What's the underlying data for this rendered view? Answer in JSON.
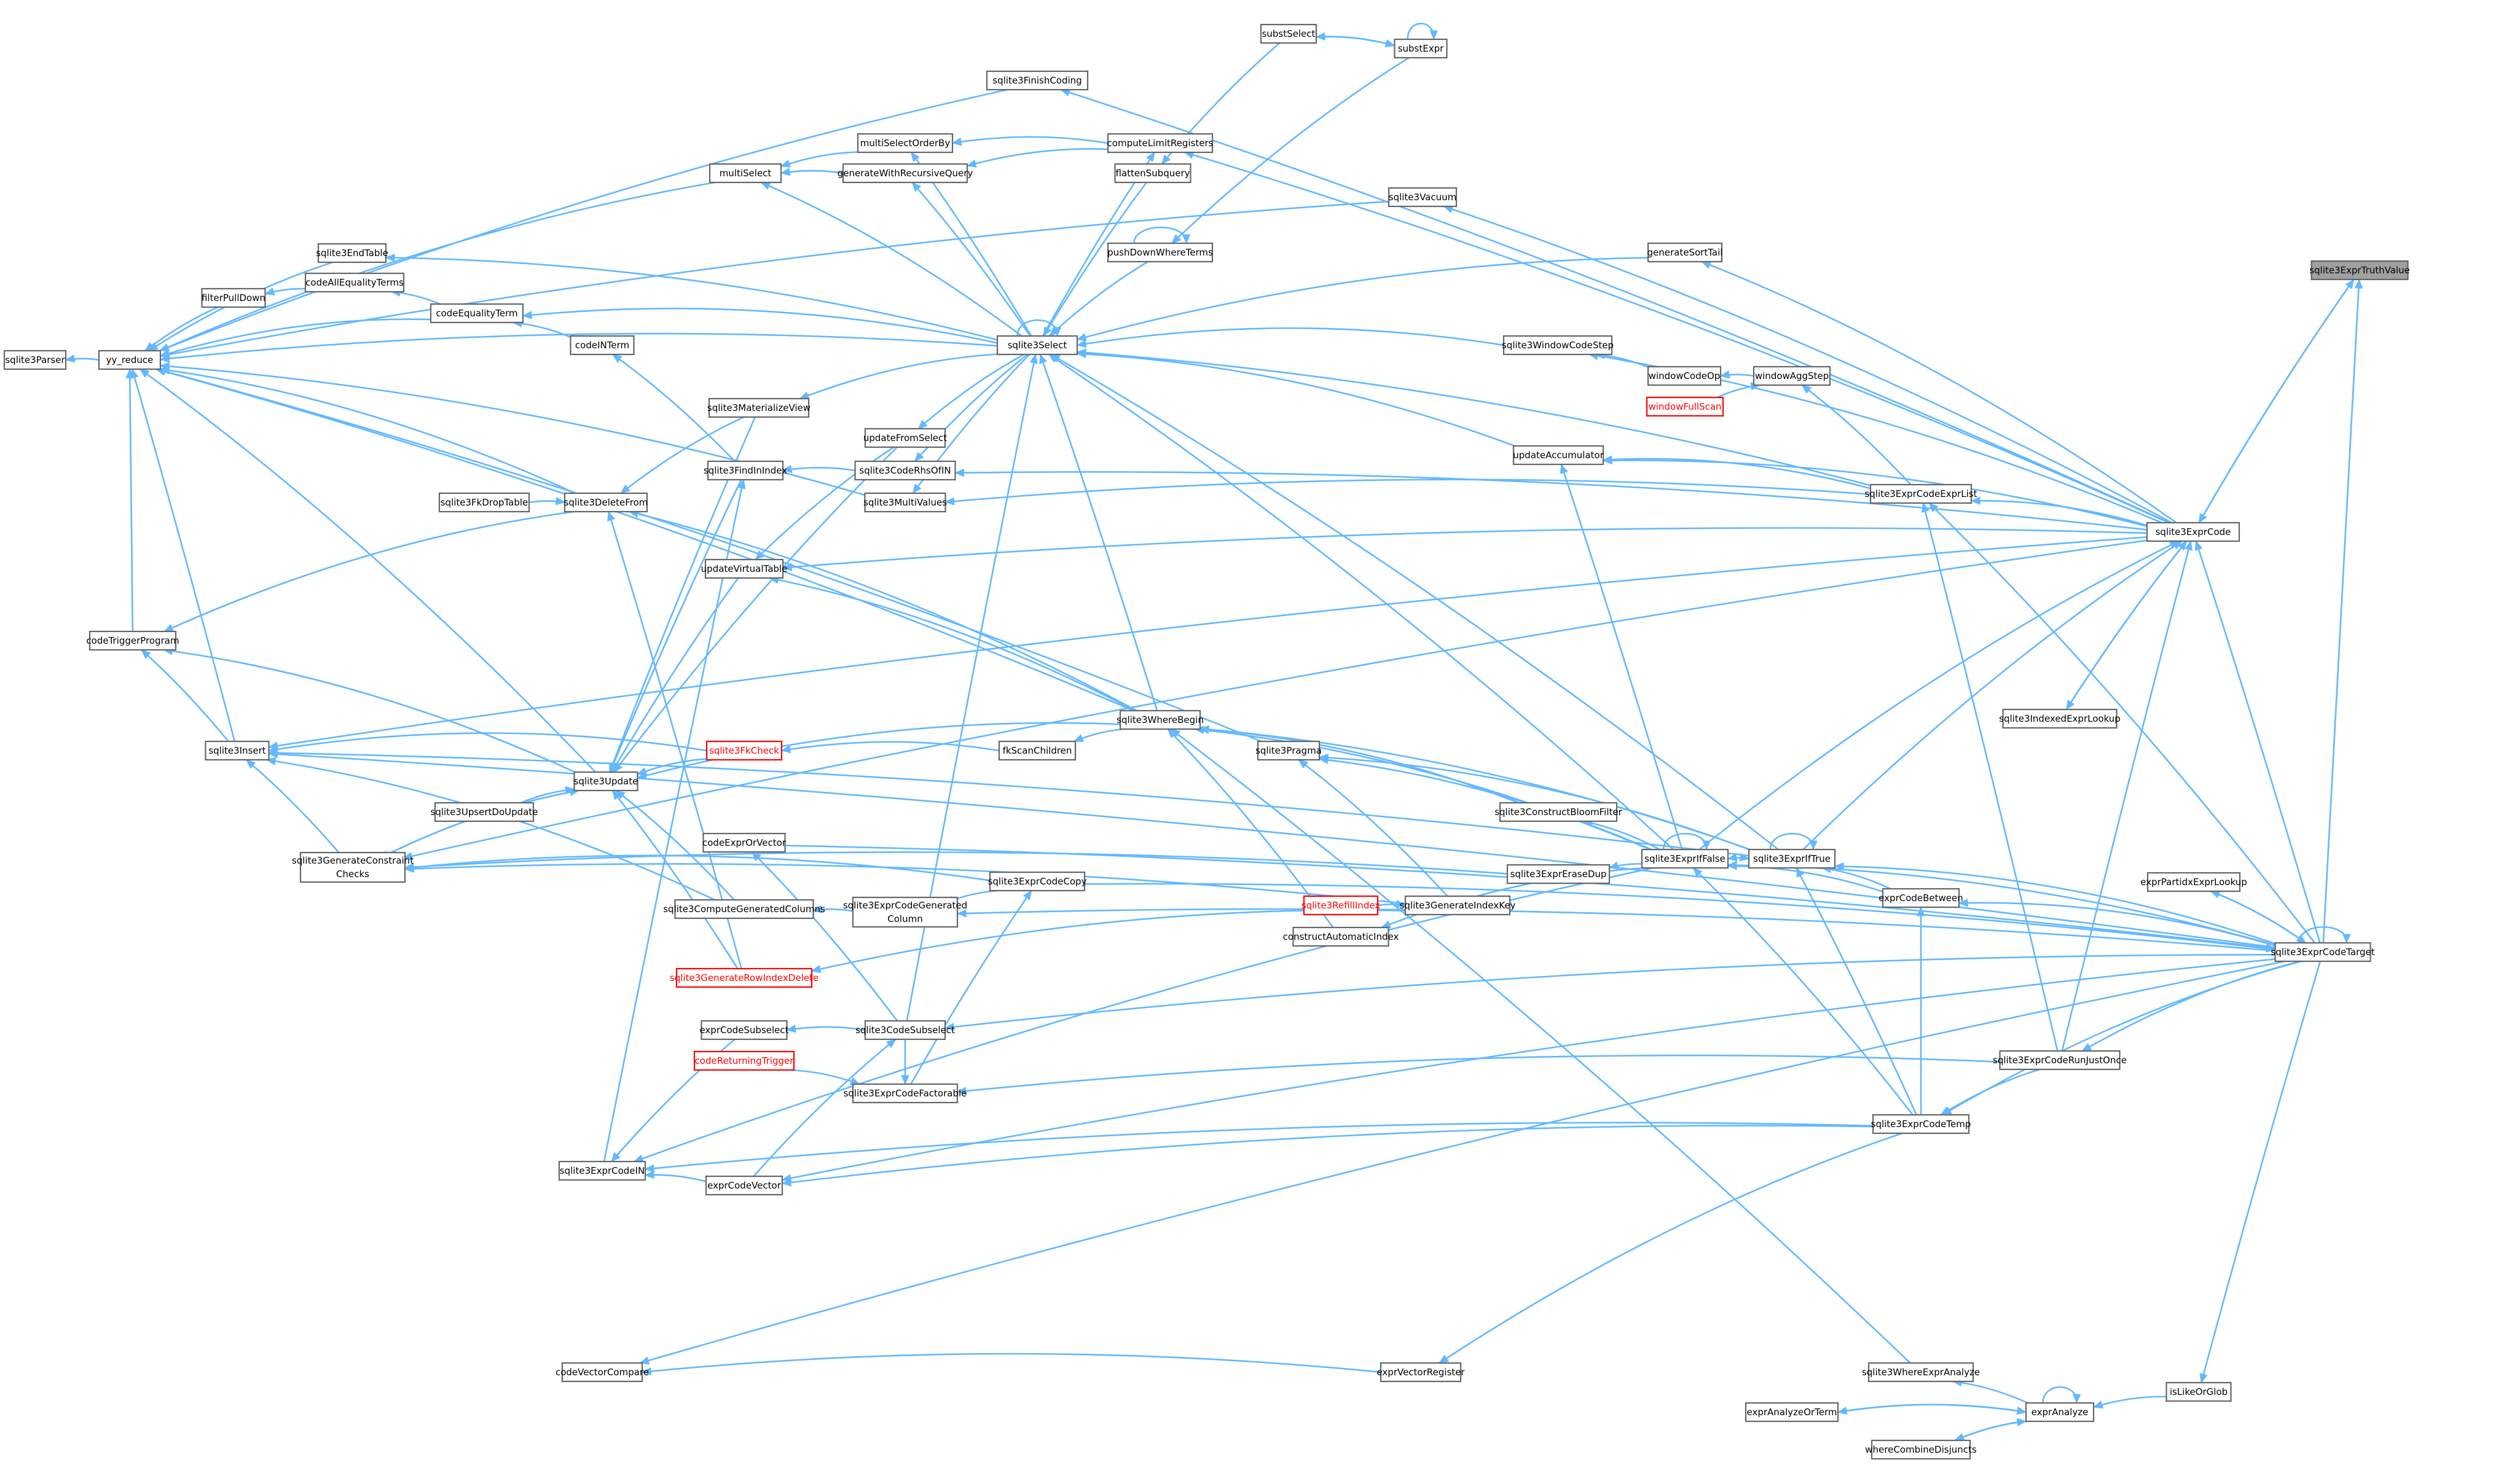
{
  "graph": {
    "title": "sqlite3ExprTruthValue call graph",
    "colors": {
      "edge": "#63b8ff",
      "node_border": "#666666",
      "highlight_fill": "#a0a0a0",
      "error_text": "#ff0000"
    },
    "nodes": [
      {
        "id": "n1",
        "label": "sqlite3ExprTruthValue",
        "style": "hl"
      },
      {
        "id": "n2",
        "label": "sqlite3Parser"
      },
      {
        "id": "n3",
        "label": "yy_reduce"
      },
      {
        "id": "n4",
        "label": "filterPullDown"
      },
      {
        "id": "n5",
        "label": "codeAllEqualityTerms"
      },
      {
        "id": "n6",
        "label": "sqlite3EndTable"
      },
      {
        "id": "n7",
        "label": "codeEqualityTerm"
      },
      {
        "id": "n8",
        "label": "sqlite3FinishCoding"
      },
      {
        "id": "n9",
        "label": "multiSelect"
      },
      {
        "id": "n10",
        "label": "multiSelectOrderBy"
      },
      {
        "id": "n11",
        "label": "generateWithRecursiveQuery"
      },
      {
        "id": "n12",
        "label": "computeLimitRegisters"
      },
      {
        "id": "n13",
        "label": "flattenSubquery"
      },
      {
        "id": "n14",
        "label": "pushDownWhereTerms"
      },
      {
        "id": "n15",
        "label": "substSelect"
      },
      {
        "id": "n16",
        "label": "substExpr"
      },
      {
        "id": "n17",
        "label": "sqlite3Vacuum"
      },
      {
        "id": "n18",
        "label": "generateSortTail"
      },
      {
        "id": "n19",
        "label": "sqlite3Select"
      },
      {
        "id": "n20",
        "label": "codeINTerm"
      },
      {
        "id": "n21",
        "label": "sqlite3WindowCodeStep"
      },
      {
        "id": "n22",
        "label": "windowCodeOp"
      },
      {
        "id": "n23",
        "label": "windowAggStep"
      },
      {
        "id": "n24",
        "label": "windowFullScan",
        "style": "red"
      },
      {
        "id": "n25",
        "label": "sqlite3MaterializeView"
      },
      {
        "id": "n26",
        "label": "updateFromSelect"
      },
      {
        "id": "n27",
        "label": "updateAccumulator"
      },
      {
        "id": "n28",
        "label": "sqlite3FindInIndex"
      },
      {
        "id": "n29",
        "label": "sqlite3CodeRhsOfIN"
      },
      {
        "id": "n30",
        "label": "sqlite3FkDropTable"
      },
      {
        "id": "n31",
        "label": "sqlite3DeleteFrom"
      },
      {
        "id": "n32",
        "label": "sqlite3MultiValues"
      },
      {
        "id": "n33",
        "label": "sqlite3ExprCodeExprList"
      },
      {
        "id": "n34",
        "label": "sqlite3ExprCode"
      },
      {
        "id": "n35",
        "label": "updateVirtualTable"
      },
      {
        "id": "n36",
        "label": "codeTriggerProgram"
      },
      {
        "id": "n37",
        "label": "sqlite3IndexedExprLookup"
      },
      {
        "id": "n38",
        "label": "sqlite3WhereBegin"
      },
      {
        "id": "n39",
        "label": "sqlite3Insert"
      },
      {
        "id": "n40",
        "label": "sqlite3FkCheck",
        "style": "red"
      },
      {
        "id": "n41",
        "label": "fkScanChildren"
      },
      {
        "id": "n42",
        "label": "sqlite3Pragma"
      },
      {
        "id": "n43",
        "label": "sqlite3Update"
      },
      {
        "id": "n44",
        "label": "sqlite3UpsertDoUpdate"
      },
      {
        "id": "n45",
        "label": "sqlite3ConstructBloomFilter"
      },
      {
        "id": "n46",
        "label": "codeExprOrVector"
      },
      {
        "id": "n47",
        "label": "sqlite3GenerateConstraint Checks"
      },
      {
        "id": "n48",
        "label": "sqlite3ExprCodeCopy"
      },
      {
        "id": "n49",
        "label": "sqlite3ExprIfFalse"
      },
      {
        "id": "n50",
        "label": "sqlite3ExprIfTrue"
      },
      {
        "id": "n51",
        "label": "sqlite3ExprEraseDup"
      },
      {
        "id": "n52",
        "label": "exprPartidxExprLookup"
      },
      {
        "id": "n53",
        "label": "sqlite3ExprCodeGenerated Column"
      },
      {
        "id": "n54",
        "label": "sqlite3ComputeGeneratedColumns"
      },
      {
        "id": "n55",
        "label": "sqlite3RefillIndex",
        "style": "red"
      },
      {
        "id": "n56",
        "label": "sqlite3GenerateIndexKey"
      },
      {
        "id": "n57",
        "label": "exprCodeBetween"
      },
      {
        "id": "n58",
        "label": "constructAutomaticIndex"
      },
      {
        "id": "n59",
        "label": "sqlite3ExprCodeTarget"
      },
      {
        "id": "n60",
        "label": "sqlite3GenerateRowIndexDelete",
        "style": "red"
      },
      {
        "id": "n61",
        "label": "exprCodeSubselect"
      },
      {
        "id": "n62",
        "label": "sqlite3CodeSubselect"
      },
      {
        "id": "n63",
        "label": "codeReturningTrigger",
        "style": "red"
      },
      {
        "id": "n64",
        "label": "sqlite3ExprCodeFactorable"
      },
      {
        "id": "n65",
        "label": "sqlite3ExprCodeRunJustOnce"
      },
      {
        "id": "n66",
        "label": "sqlite3ExprCodeTemp"
      },
      {
        "id": "n67",
        "label": "sqlite3ExprCodeIN"
      },
      {
        "id": "n68",
        "label": "exprCodeVector"
      },
      {
        "id": "n69",
        "label": "codeVectorCompare"
      },
      {
        "id": "n70",
        "label": "exprVectorRegister"
      },
      {
        "id": "n71",
        "label": "sqlite3WhereExprAnalyze"
      },
      {
        "id": "n72",
        "label": "exprAnalyze"
      },
      {
        "id": "n73",
        "label": "isLikeOrGlob"
      },
      {
        "id": "n74",
        "label": "exprAnalyzeOrTerm"
      },
      {
        "id": "n75",
        "label": "whereCombineDisjuncts"
      }
    ],
    "edges": [
      [
        "n3",
        "n2"
      ],
      [
        "n4",
        "n3"
      ],
      [
        "n5",
        "n4"
      ],
      [
        "n6",
        "n3"
      ],
      [
        "n7",
        "n5"
      ],
      [
        "n7",
        "n3"
      ],
      [
        "n8",
        "n3"
      ],
      [
        "n9",
        "n3"
      ],
      [
        "n10",
        "n9"
      ],
      [
        "n11",
        "n9"
      ],
      [
        "n12",
        "n10"
      ],
      [
        "n12",
        "n11"
      ],
      [
        "n13",
        "n19"
      ],
      [
        "n15",
        "n13"
      ],
      [
        "n16",
        "n15"
      ],
      [
        "n16",
        "n16"
      ],
      [
        "n15",
        "n16"
      ],
      [
        "n16",
        "n14"
      ],
      [
        "n14",
        "n14"
      ],
      [
        "n14",
        "n19"
      ],
      [
        "n17",
        "n3"
      ],
      [
        "n18",
        "n19"
      ],
      [
        "n19",
        "n3"
      ],
      [
        "n19",
        "n6"
      ],
      [
        "n19",
        "n7"
      ],
      [
        "n19",
        "n9"
      ],
      [
        "n19",
        "n10"
      ],
      [
        "n19",
        "n11"
      ],
      [
        "n19",
        "n12"
      ],
      [
        "n19",
        "n19"
      ],
      [
        "n19",
        "n25"
      ],
      [
        "n19",
        "n26"
      ],
      [
        "n19",
        "n29"
      ],
      [
        "n19",
        "n32"
      ],
      [
        "n20",
        "n7"
      ],
      [
        "n21",
        "n19"
      ],
      [
        "n22",
        "n21"
      ],
      [
        "n23",
        "n22"
      ],
      [
        "n24",
        "n23"
      ],
      [
        "n25",
        "n31"
      ],
      [
        "n25",
        "n43"
      ],
      [
        "n26",
        "n35"
      ],
      [
        "n26",
        "n43"
      ],
      [
        "n27",
        "n19"
      ],
      [
        "n28",
        "n20"
      ],
      [
        "n28",
        "n43"
      ],
      [
        "n29",
        "n28"
      ],
      [
        "n30",
        "n31"
      ],
      [
        "n31",
        "n3"
      ],
      [
        "n31",
        "n36"
      ],
      [
        "n32",
        "n3"
      ],
      [
        "n33",
        "n19"
      ],
      [
        "n33",
        "n23"
      ],
      [
        "n33",
        "n27"
      ],
      [
        "n33",
        "n32"
      ],
      [
        "n34",
        "n8"
      ],
      [
        "n34",
        "n12"
      ],
      [
        "n34",
        "n17"
      ],
      [
        "n34",
        "n18"
      ],
      [
        "n34",
        "n21"
      ],
      [
        "n34",
        "n27"
      ],
      [
        "n34",
        "n29"
      ],
      [
        "n34",
        "n35"
      ],
      [
        "n34",
        "n39"
      ],
      [
        "n34",
        "n1"
      ],
      [
        "n1",
        "n34"
      ],
      [
        "n34",
        "n47"
      ],
      [
        "n34",
        "n37"
      ],
      [
        "n34",
        "n33"
      ],
      [
        "n35",
        "n43"
      ],
      [
        "n36",
        "n3"
      ],
      [
        "n37",
        "n34"
      ],
      [
        "n38",
        "n19"
      ],
      [
        "n38",
        "n31"
      ],
      [
        "n38",
        "n35"
      ],
      [
        "n38",
        "n41"
      ],
      [
        "n38",
        "n43"
      ],
      [
        "n38",
        "n3"
      ],
      [
        "n39",
        "n3"
      ],
      [
        "n39",
        "n36"
      ],
      [
        "n40",
        "n39"
      ],
      [
        "n40",
        "n43"
      ],
      [
        "n41",
        "n40"
      ],
      [
        "n42",
        "n3"
      ],
      [
        "n43",
        "n3"
      ],
      [
        "n43",
        "n36"
      ],
      [
        "n43",
        "n47"
      ],
      [
        "n44",
        "n43"
      ],
      [
        "n45",
        "n38"
      ],
      [
        "n46",
        "n59"
      ],
      [
        "n47",
        "n39"
      ],
      [
        "n47",
        "n43"
      ],
      [
        "n48",
        "n47"
      ],
      [
        "n48",
        "n53"
      ],
      [
        "n49",
        "n19"
      ],
      [
        "n49",
        "n38"
      ],
      [
        "n49",
        "n45"
      ],
      [
        "n49",
        "n42"
      ],
      [
        "n49",
        "n27"
      ],
      [
        "n49",
        "n49"
      ],
      [
        "n49",
        "n50"
      ],
      [
        "n49",
        "n51"
      ],
      [
        "n49",
        "n58"
      ],
      [
        "n49",
        "n67"
      ],
      [
        "n50",
        "n49"
      ],
      [
        "n50",
        "n50"
      ],
      [
        "n50",
        "n38"
      ],
      [
        "n50",
        "n42"
      ],
      [
        "n50",
        "n39"
      ],
      [
        "n50",
        "n19"
      ],
      [
        "n51",
        "n47"
      ],
      [
        "n52",
        "n59"
      ],
      [
        "n53",
        "n54"
      ],
      [
        "n54",
        "n43"
      ],
      [
        "n54",
        "n39"
      ],
      [
        "n55",
        "n56"
      ],
      [
        "n56",
        "n42"
      ],
      [
        "n56",
        "n47"
      ],
      [
        "n56",
        "n60"
      ],
      [
        "n57",
        "n49"
      ],
      [
        "n57",
        "n50"
      ],
      [
        "n58",
        "n38"
      ],
      [
        "n59",
        "n34"
      ],
      [
        "n59",
        "n49"
      ],
      [
        "n59",
        "n50"
      ],
      [
        "n59",
        "n57"
      ],
      [
        "n59",
        "n52"
      ],
      [
        "n59",
        "n53"
      ],
      [
        "n59",
        "n33"
      ],
      [
        "n59",
        "n39"
      ],
      [
        "n59",
        "n59"
      ],
      [
        "n59",
        "n65"
      ],
      [
        "n59",
        "n66"
      ],
      [
        "n59",
        "n68"
      ],
      [
        "n59",
        "n69"
      ],
      [
        "n59",
        "n73"
      ],
      [
        "n59",
        "n1"
      ],
      [
        "n60",
        "n31"
      ],
      [
        "n60",
        "n43"
      ],
      [
        "n61",
        "n67"
      ],
      [
        "n62",
        "n19"
      ],
      [
        "n62",
        "n61"
      ],
      [
        "n62",
        "n46"
      ],
      [
        "n62",
        "n64"
      ],
      [
        "n63",
        "n64"
      ],
      [
        "n64",
        "n48"
      ],
      [
        "n65",
        "n34"
      ],
      [
        "n65",
        "n33"
      ],
      [
        "n65",
        "n64"
      ],
      [
        "n65",
        "n66"
      ],
      [
        "n66",
        "n49"
      ],
      [
        "n66",
        "n50"
      ],
      [
        "n66",
        "n57"
      ],
      [
        "n66",
        "n68"
      ],
      [
        "n66",
        "n67"
      ],
      [
        "n66",
        "n70"
      ],
      [
        "n67",
        "n28"
      ],
      [
        "n68",
        "n67"
      ],
      [
        "n68",
        "n62"
      ],
      [
        "n70",
        "n69"
      ],
      [
        "n71",
        "n38"
      ],
      [
        "n72",
        "n71"
      ],
      [
        "n72",
        "n72"
      ],
      [
        "n72",
        "n74"
      ],
      [
        "n72",
        "n75"
      ],
      [
        "n73",
        "n72"
      ],
      [
        "n74",
        "n72"
      ],
      [
        "n75",
        "n72"
      ],
      [
        "n59",
        "n62"
      ],
      [
        "n48",
        "n59"
      ],
      [
        "n50",
        "n34"
      ],
      [
        "n49",
        "n34"
      ]
    ]
  }
}
